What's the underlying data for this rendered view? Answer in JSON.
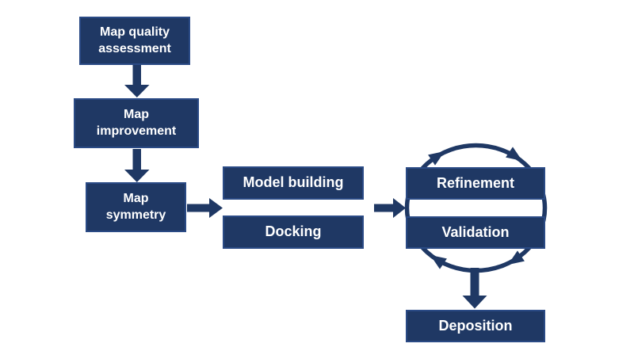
{
  "diagram": {
    "type": "flowchart",
    "colors": {
      "node_fill": "#1f3864",
      "node_border": "#2a4a85",
      "arrow": "#1f3864",
      "label_text": "#ffffff",
      "background": "#ffffff"
    },
    "nodes": [
      {
        "id": "map-quality-assessment",
        "label": "Map quality assessment"
      },
      {
        "id": "map-improvement",
        "label": "Map improvement"
      },
      {
        "id": "map-symmetry",
        "label": "Map symmetry"
      },
      {
        "id": "model-building",
        "label": "Model building"
      },
      {
        "id": "docking",
        "label": "Docking"
      },
      {
        "id": "refinement",
        "label": "Refinement"
      },
      {
        "id": "validation",
        "label": "Validation"
      },
      {
        "id": "deposition",
        "label": "Deposition"
      }
    ],
    "edges": [
      {
        "from": "map-quality-assessment",
        "to": "map-improvement",
        "style": "block-arrow-down"
      },
      {
        "from": "map-improvement",
        "to": "map-symmetry",
        "style": "block-arrow-down"
      },
      {
        "from": "map-symmetry",
        "to": "model-building+docking",
        "style": "block-arrow-right"
      },
      {
        "from": "model-building+docking",
        "to": "refinement+validation",
        "style": "block-arrow-right"
      },
      {
        "from": "refinement+validation",
        "to": "deposition",
        "style": "block-arrow-down"
      }
    ],
    "cycle": {
      "nodes": [
        "refinement",
        "validation"
      ],
      "direction": "clockwise",
      "arrowhead_count": 4
    }
  }
}
